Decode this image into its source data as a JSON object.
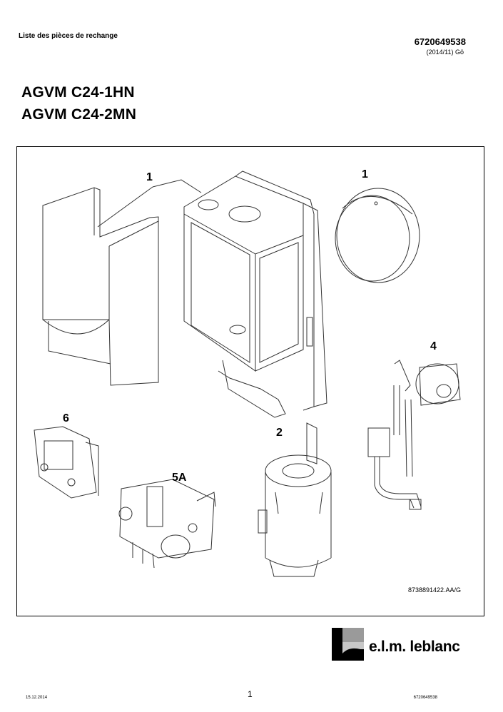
{
  "header": {
    "doc_type": "Liste des pièces de rechange",
    "doc_number": "6720649538",
    "doc_date": "(2014/11) Gö"
  },
  "titles": [
    "AGVM C24-1HN",
    "AGVM C24-2MN"
  ],
  "callouts": {
    "casing": "1",
    "expansion_vessel": "1",
    "gas_valve_assembly": "4",
    "control_unit": "6",
    "tank": "2",
    "hydraulic_unit": "5A"
  },
  "figure_reference": "8738891422.AA/G",
  "footer": {
    "date": "15.12.2014",
    "page": "1",
    "doc_number": "6720649538"
  },
  "brand": {
    "name": "e.l.m. leblanc",
    "logo_icon": "elm-leblanc-logo-icon"
  }
}
